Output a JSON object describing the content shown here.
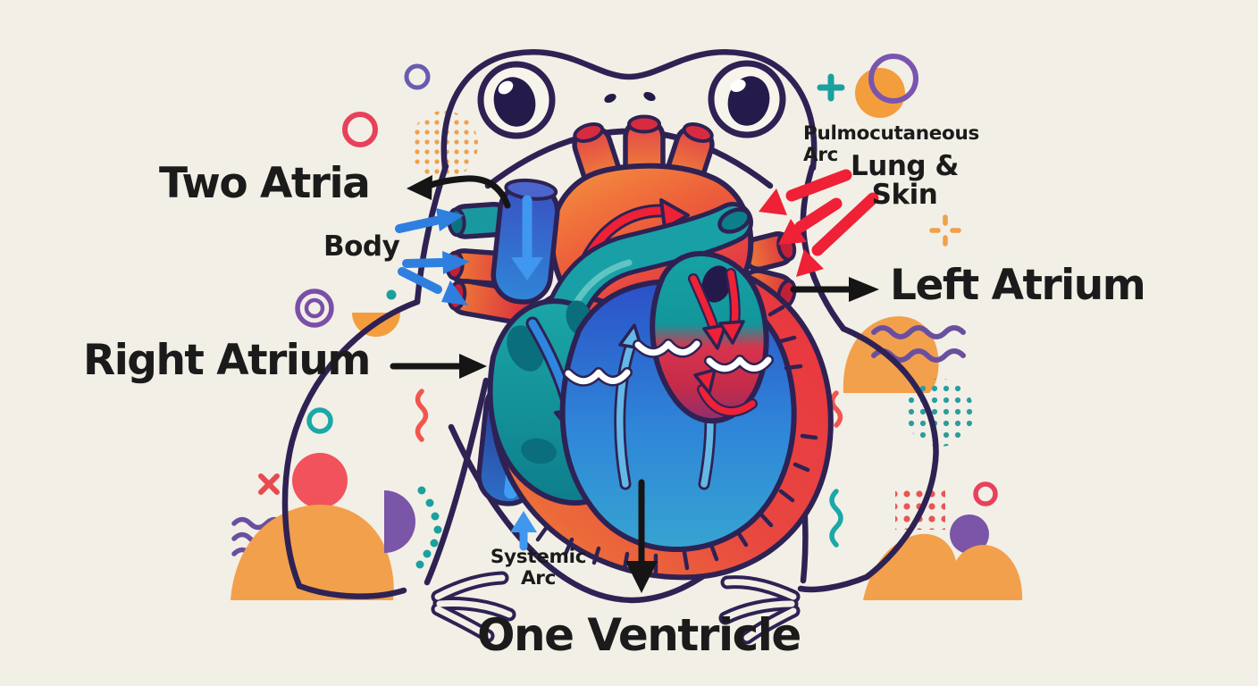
{
  "page": {
    "background": "#f2efe6",
    "subject_note": "Frog heart anatomy diagram"
  },
  "labels": {
    "two_atria": "Two Atria",
    "body": "Body",
    "right_atrium": "Right Atrium",
    "pulmo_line1": "Pulmocutaneous",
    "pulmo_line2": "Arc",
    "lung_line1": "Lung &",
    "lung_line2": "Skin",
    "left_atrium": "Left Atrium",
    "systemic_line1": "Systemic",
    "systemic_line2": "Arc",
    "one_ventricle": "One Ventricle"
  },
  "colors": {
    "background": "#f2efe6",
    "outline_navy": "#2e2254",
    "label_text": "#1b1b1b",
    "arrow_black": "#151515",
    "arrow_blue": "#2e7fe0",
    "arrow_light_blue": "#3f97ef",
    "arrow_red": "#ee2136",
    "heart_teal": "#18a0a6",
    "heart_blue": "#2f86d8",
    "heart_red": "#e8333f",
    "heart_orange": "#f08a36",
    "accent_purple": "#7a55a8",
    "accent_orange": "#f2a04c",
    "accent_teal": "#1aa0a0",
    "accent_pink_red": "#f2525c"
  }
}
